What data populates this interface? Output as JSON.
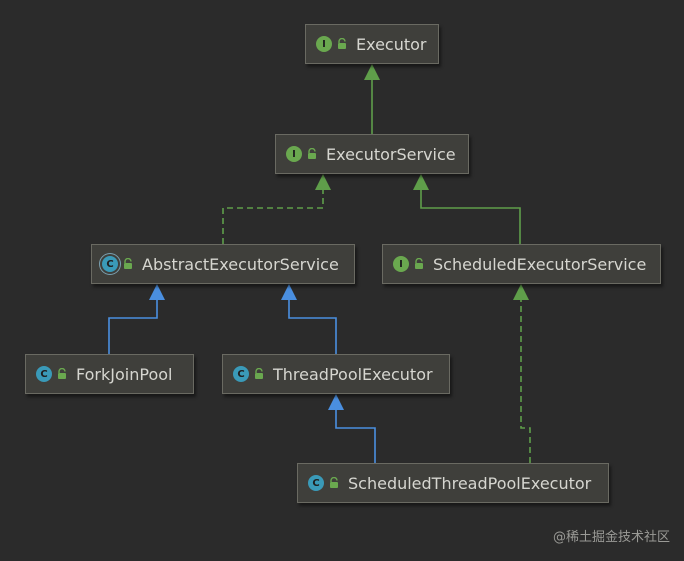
{
  "nodes": [
    {
      "id": "executor",
      "label": "Executor",
      "badge": "I",
      "kind": "interface"
    },
    {
      "id": "executor_service",
      "label": "ExecutorService",
      "badge": "I",
      "kind": "interface"
    },
    {
      "id": "abstract_executor_service",
      "label": "AbstractExecutorService",
      "badge": "C",
      "kind": "abstract"
    },
    {
      "id": "scheduled_executor_service",
      "label": "ScheduledExecutorService",
      "badge": "I",
      "kind": "interface"
    },
    {
      "id": "fork_join_pool",
      "label": "ForkJoinPool",
      "badge": "C",
      "kind": "class"
    },
    {
      "id": "thread_pool_executor",
      "label": "ThreadPoolExecutor",
      "badge": "C",
      "kind": "class"
    },
    {
      "id": "scheduled_thread_pool_executor",
      "label": "ScheduledThreadPoolExecutor",
      "badge": "C",
      "kind": "class"
    }
  ],
  "edges": [
    {
      "from": "executor_service",
      "to": "executor",
      "type": "extends-interface"
    },
    {
      "from": "abstract_executor_service",
      "to": "executor_service",
      "type": "implements"
    },
    {
      "from": "scheduled_executor_service",
      "to": "executor_service",
      "type": "extends-interface"
    },
    {
      "from": "fork_join_pool",
      "to": "abstract_executor_service",
      "type": "extends-class"
    },
    {
      "from": "thread_pool_executor",
      "to": "abstract_executor_service",
      "type": "extends-class"
    },
    {
      "from": "scheduled_thread_pool_executor",
      "to": "thread_pool_executor",
      "type": "extends-class"
    },
    {
      "from": "scheduled_thread_pool_executor",
      "to": "scheduled_executor_service",
      "type": "implements"
    }
  ],
  "colors": {
    "background": "#2b2b2b",
    "interface_edge": "#5f9e4a",
    "class_edge": "#4a8fe0",
    "interface_badge": "#6aa84f",
    "class_badge": "#3a9ab8"
  },
  "watermark": "@稀土掘金技术社区"
}
